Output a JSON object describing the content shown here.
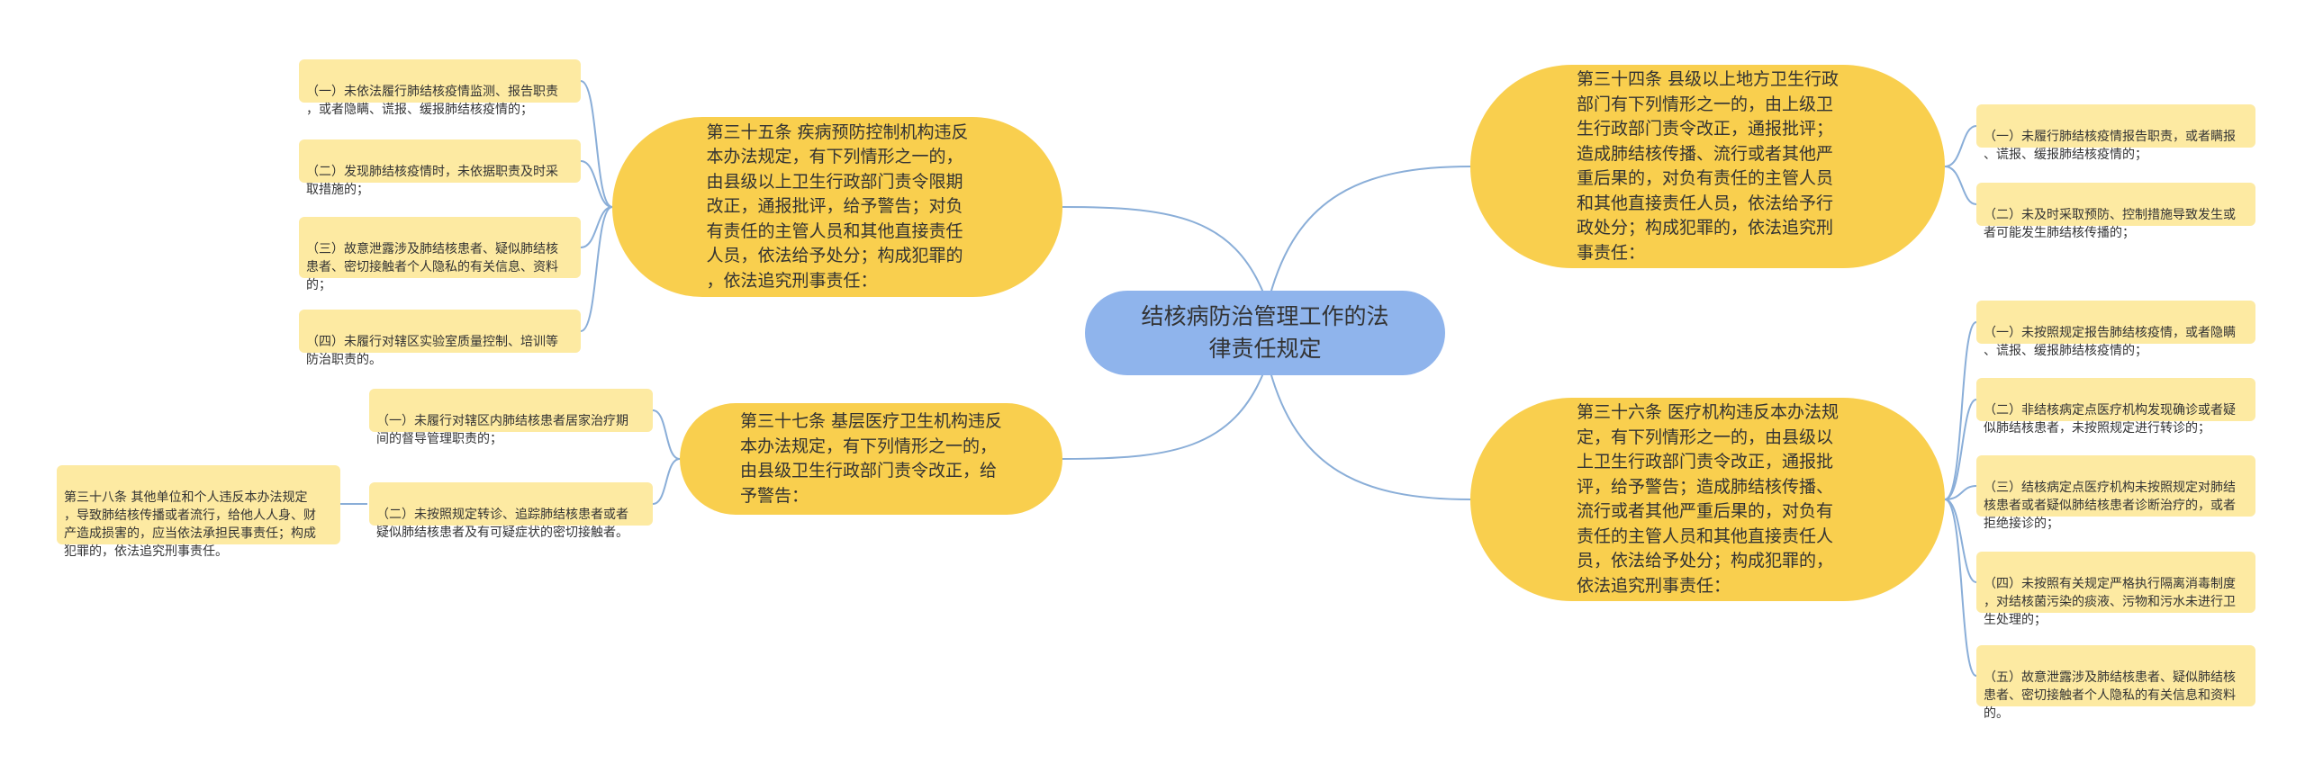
{
  "root": {
    "label": "结核病防治管理工作的法\n律责任规定"
  },
  "branches": {
    "art35": {
      "text": "第三十五条 疾病预防控制机构违反\n本办法规定，有下列情形之一的，\n由县级以上卫生行政部门责令限期\n改正，通报批评，给予警告；对负\n有责任的主管人员和其他直接责任\n人员，依法给予处分；构成犯罪的\n，依法追究刑事责任：",
      "items": [
        "（一）未依法履行肺结核疫情监测、报告职责\n，或者隐瞒、谎报、缓报肺结核疫情的；",
        "（二）发现肺结核疫情时，未依据职责及时采\n取措施的；",
        "（三）故意泄露涉及肺结核患者、疑似肺结核\n患者、密切接触者个人隐私的有关信息、资料\n的；",
        "（四）未履行对辖区实验室质量控制、培训等\n防治职责的。"
      ]
    },
    "art37": {
      "text": "第三十七条 基层医疗卫生机构违反\n本办法规定，有下列情形之一的，\n由县级卫生行政部门责令改正，给\n予警告：",
      "items": [
        "（一）未履行对辖区内肺结核患者居家治疗期\n间的督导管理职责的；",
        "（二）未按照规定转诊、追踪肺结核患者或者\n疑似肺结核患者及有可疑症状的密切接触者。"
      ],
      "sub": "第三十八条 其他单位和个人违反本办法规定\n，导致肺结核传播或者流行，给他人人身、财\n产造成损害的，应当依法承担民事责任；构成\n犯罪的，依法追究刑事责任。"
    },
    "art34": {
      "text": "第三十四条 县级以上地方卫生行政\n部门有下列情形之一的，由上级卫\n生行政部门责令改正，通报批评；\n造成肺结核传播、流行或者其他严\n重后果的，对负有责任的主管人员\n和其他直接责任人员，依法给予行\n政处分；构成犯罪的，依法追究刑\n事责任：",
      "items": [
        "（一）未履行肺结核疫情报告职责，或者瞒报\n、谎报、缓报肺结核疫情的；",
        "（二）未及时采取预防、控制措施导致发生或\n者可能发生肺结核传播的；"
      ]
    },
    "art36": {
      "text": "第三十六条 医疗机构违反本办法规\n定，有下列情形之一的，由县级以\n上卫生行政部门责令改正，通报批\n评，给予警告；造成肺结核传播、\n流行或者其他严重后果的，对负有\n责任的主管人员和其他直接责任人\n员，依法给予处分；构成犯罪的，\n依法追究刑事责任：",
      "items": [
        "（一）未按照规定报告肺结核疫情，或者隐瞒\n、谎报、缓报肺结核疫情的；",
        "（二）非结核病定点医疗机构发现确诊或者疑\n似肺结核患者，未按照规定进行转诊的；",
        "（三）结核病定点医疗机构未按照规定对肺结\n核患者或者疑似肺结核患者诊断治疗的，或者\n拒绝接诊的；",
        "（四）未按照有关规定严格执行隔离消毒制度\n，对结核菌污染的痰液、污物和污水未进行卫\n生处理的；",
        "（五）故意泄露涉及肺结核患者、疑似肺结核\n患者、密切接触者个人隐私的有关信息和资料\n的。"
      ]
    }
  },
  "colors": {
    "root": "#8fb4ec",
    "main": "#f9cf4e",
    "leaf": "#fdeaa2",
    "link": "#8aaed8"
  }
}
